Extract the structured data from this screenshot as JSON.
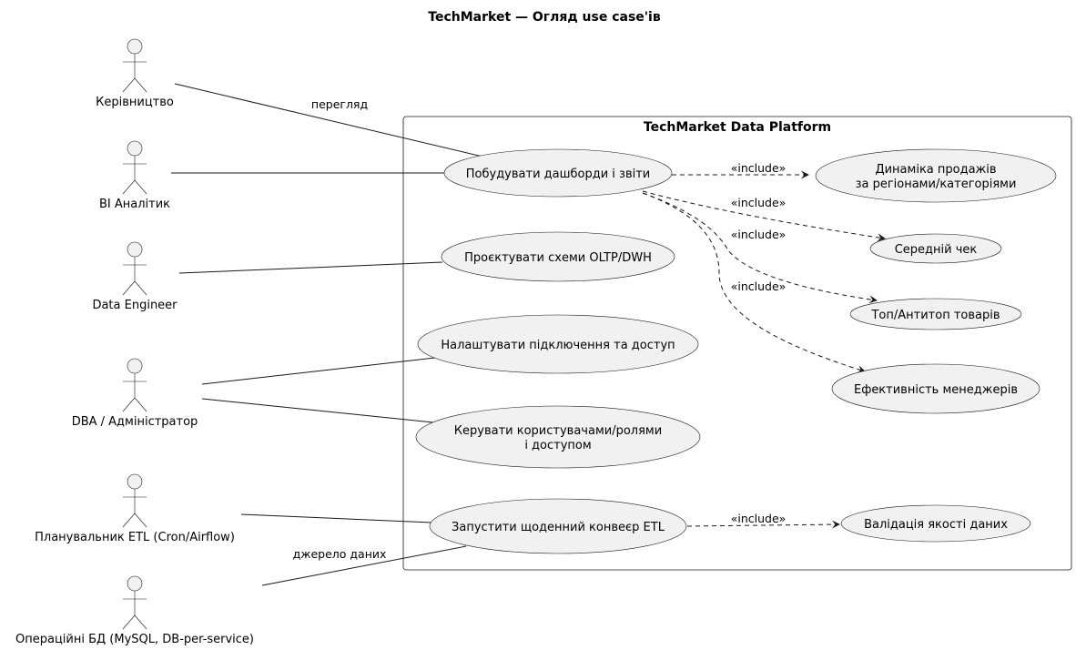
{
  "diagram": {
    "title": "TechMarket — Огляд use case'ів",
    "system": {
      "title": "TechMarket Data Platform"
    },
    "actors": [
      {
        "id": "mgmt",
        "label": "Керівництво"
      },
      {
        "id": "bi",
        "label": "BI Аналітик"
      },
      {
        "id": "de",
        "label": "Data Engineer"
      },
      {
        "id": "dba",
        "label": "DBA / Адміністратор"
      },
      {
        "id": "etl",
        "label": "Планувальник ETL (Cron/Airflow)"
      },
      {
        "id": "opdb",
        "label": "Операційні БД (MySQL, DB-per-service)"
      }
    ],
    "use_cases": [
      {
        "id": "dash",
        "lines": [
          "Побудувати дашборди і звіти"
        ]
      },
      {
        "id": "schema",
        "lines": [
          "Проєктувати схеми OLTP/DWH"
        ]
      },
      {
        "id": "conn",
        "lines": [
          "Налаштувати підключення та доступ"
        ]
      },
      {
        "id": "users",
        "lines": [
          "Керувати користувачами/ролями",
          "і доступом"
        ]
      },
      {
        "id": "etlrun",
        "lines": [
          "Запустити щоденний конвеєр ETL"
        ]
      },
      {
        "id": "sales",
        "lines": [
          "Динаміка продажів",
          "за регіонами/категоріями"
        ]
      },
      {
        "id": "avg",
        "lines": [
          "Середній чек"
        ]
      },
      {
        "id": "top",
        "lines": [
          "Топ/Антитоп товарів"
        ]
      },
      {
        "id": "mgr",
        "lines": [
          "Ефективність менеджерів"
        ]
      },
      {
        "id": "dq",
        "lines": [
          "Валідація якості даних"
        ]
      }
    ],
    "associations": [
      {
        "from": "mgmt",
        "to": "dash",
        "label": "перегляд"
      },
      {
        "from": "bi",
        "to": "dash",
        "label": ""
      },
      {
        "from": "de",
        "to": "schema",
        "label": ""
      },
      {
        "from": "dba",
        "to": "conn",
        "label": ""
      },
      {
        "from": "dba",
        "to": "users",
        "label": ""
      },
      {
        "from": "etl",
        "to": "etlrun",
        "label": ""
      },
      {
        "from": "opdb",
        "to": "etlrun",
        "label": "джерело даних"
      }
    ],
    "includes": [
      {
        "from": "dash",
        "to": "sales",
        "label": "«include»"
      },
      {
        "from": "dash",
        "to": "avg",
        "label": "«include»"
      },
      {
        "from": "dash",
        "to": "top",
        "label": "«include»"
      },
      {
        "from": "dash",
        "to": "mgr",
        "label": "«include»"
      },
      {
        "from": "etlrun",
        "to": "dq",
        "label": "«include»"
      }
    ]
  }
}
